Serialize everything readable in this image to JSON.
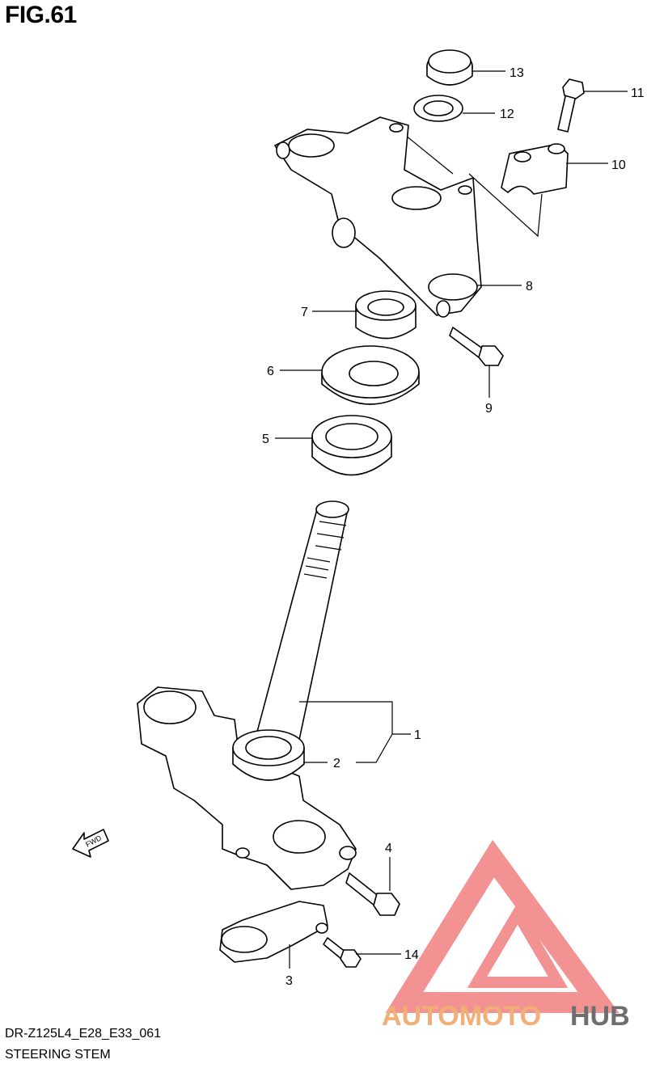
{
  "figure": {
    "title": "FIG.61"
  },
  "footer": {
    "model_code": "DR-Z125L4_E28_E33_061",
    "section_name": "STEERING STEM"
  },
  "direction_marker": {
    "label": "FWD"
  },
  "watermark": {
    "text_primary": "AUTOMOTO",
    "text_secondary": "HUB",
    "color_primary": "#f0a060",
    "color_secondary": "#555555",
    "logo_color": "#f08080"
  },
  "callouts": [
    {
      "number": "1"
    },
    {
      "number": "2"
    },
    {
      "number": "3"
    },
    {
      "number": "4"
    },
    {
      "number": "5"
    },
    {
      "number": "6"
    },
    {
      "number": "7"
    },
    {
      "number": "8"
    },
    {
      "number": "9"
    },
    {
      "number": "10"
    },
    {
      "number": "11"
    },
    {
      "number": "12"
    },
    {
      "number": "13"
    },
    {
      "number": "14"
    }
  ]
}
